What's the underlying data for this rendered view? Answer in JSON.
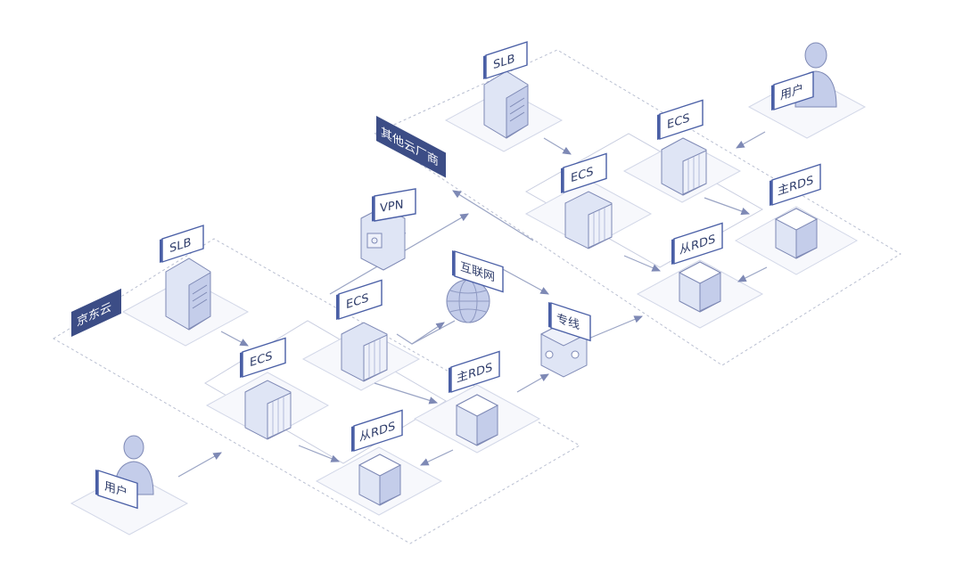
{
  "regions": {
    "jd_cloud": "京东云",
    "other_cloud": "其他云厂商"
  },
  "nodes": {
    "jd_slb": "SLB",
    "jd_ecs_top": "ECS",
    "jd_ecs_bottom": "ECS",
    "jd_master_rds": "主RDS",
    "jd_slave_rds": "从RDS",
    "jd_user": "用户",
    "vpn": "VPN",
    "internet": "互联网",
    "dedicated_line": "专线",
    "oc_slb": "SLB",
    "oc_ecs_top": "ECS",
    "oc_ecs_bottom": "ECS",
    "oc_master_rds": "主RDS",
    "oc_slave_rds": "从RDS",
    "oc_user": "用户"
  },
  "colors": {
    "accent": "#4a5fa6",
    "tag_bg": "#3c4d86",
    "icon_fill": "#dfe5f5",
    "icon_side": "#c4cdea",
    "platform": "#f7f8fc",
    "line": "#9aa4c4",
    "dotted": "#b9bfd1"
  },
  "icons": {
    "server": "server-icon",
    "database": "database-icon",
    "globe": "globe-icon",
    "person": "person-icon",
    "vpn_device": "vpn-device-icon",
    "dedicated_line_device": "dedicated-line-device-icon"
  }
}
